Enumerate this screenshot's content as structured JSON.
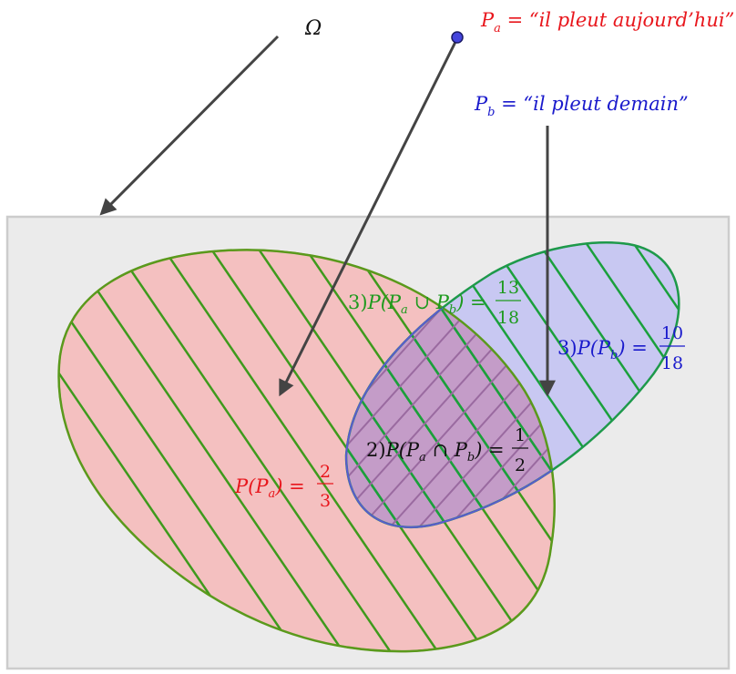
{
  "omega": {
    "label": "Ω"
  },
  "pa_label": {
    "lhs": "P",
    "sub": "a",
    "rhs": " = “il pleut aujourd’hui”"
  },
  "pb_label": {
    "lhs": "P",
    "sub": "b",
    "rhs": " = “il pleut demain”"
  },
  "prob_a": {
    "text": "P(P",
    "sub": "a",
    "close": ") =",
    "num": "2",
    "den": "3"
  },
  "prob_union": {
    "prefix": "3)",
    "text": "P(P",
    "sub1": "a",
    "mid": " ∪ P",
    "sub2": "b",
    "close": ") =",
    "num": "13",
    "den": "18"
  },
  "prob_b": {
    "prefix": "3)",
    "text": "P(P",
    "sub": "b",
    "close": ") =",
    "num": "10",
    "den": "18"
  },
  "prob_inter": {
    "prefix": "2)",
    "text": "P(P",
    "sub1": "a",
    "mid": " ∩ P",
    "sub2": "b",
    "close": ") =",
    "num": "1",
    "den": "2"
  },
  "colors": {
    "red": "#e8161c",
    "blue": "#1a1acc",
    "green": "#1e9a1e",
    "black": "#111111",
    "region_a_fill": "#f4c0c0",
    "region_b_fill": "#c8c8f2",
    "overlap_fill": "#c8a0c8",
    "hatch": "#3e9a1c",
    "omega_fill": "#ebebeb"
  }
}
